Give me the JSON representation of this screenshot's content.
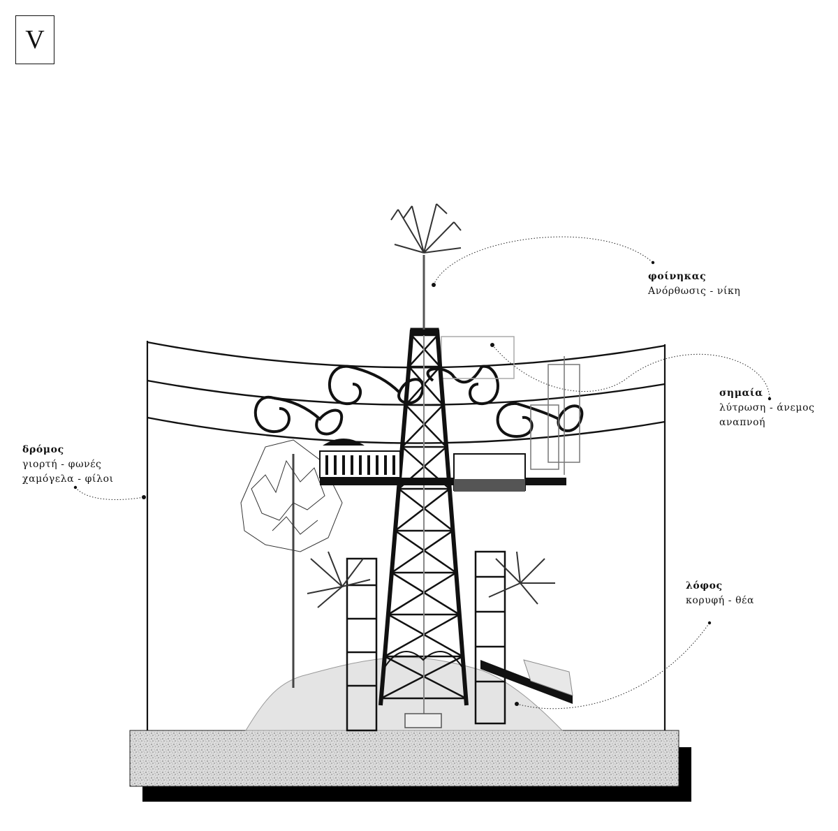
{
  "section_label": "V",
  "annotations": {
    "dromos": {
      "title": "δρόμος",
      "line1": "γιορτή - φωνές",
      "line2": "χαμόγελα - φίλοι"
    },
    "foinikas": {
      "title": "φοίνηκας",
      "line1": "Ανόρθωσις - νίκη"
    },
    "simaia": {
      "title": "σημαία",
      "line1": "λύτρωση - άνεμος",
      "line2": "αναπνοή"
    },
    "lofos": {
      "title": "λόφος",
      "line1": "κορυφή - θέα"
    }
  },
  "colors": {
    "ink": "#111111",
    "hill": "#e4e4e4",
    "base": "#d8d8d8",
    "shadow": "#000000",
    "deck": "#555555"
  }
}
